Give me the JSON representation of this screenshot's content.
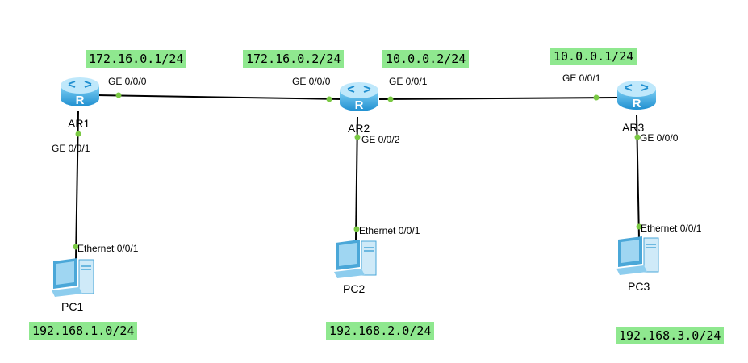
{
  "colors": {
    "background": "#ffffff",
    "link": "#000000",
    "port_dot": "#7ac943",
    "ip_highlight": "#8fe88f",
    "router_body": "#39a9e0",
    "pc_screen": "#9fd6f2"
  },
  "devices": [
    {
      "id": "ar1",
      "label": "AR1",
      "icon": "router-icon"
    },
    {
      "id": "ar2",
      "label": "AR2",
      "icon": "router-icon"
    },
    {
      "id": "ar3",
      "label": "AR3",
      "icon": "router-icon"
    },
    {
      "id": "pc1",
      "label": "PC1",
      "icon": "pc-icon"
    },
    {
      "id": "pc2",
      "label": "PC2",
      "icon": "pc-icon"
    },
    {
      "id": "pc3",
      "label": "PC3",
      "icon": "pc-icon"
    }
  ],
  "ports": {
    "ar1_ge000": "GE 0/0/0",
    "ar1_ge001": "GE 0/0/1",
    "ar2_ge000": "GE 0/0/0",
    "ar2_ge001": "GE 0/0/1",
    "ar2_ge002": "GE 0/0/2",
    "ar3_ge001": "GE 0/0/1",
    "ar3_ge000": "GE 0/0/0",
    "pc1_eth": "Ethernet 0/0/1",
    "pc2_eth": "Ethernet 0/0/1",
    "pc3_eth": "Ethernet 0/0/1"
  },
  "addresses": {
    "ar1_ge000": "172.16.0.1/24",
    "ar2_ge000": "172.16.0.2/24",
    "ar2_ge001": "10.0.0.2/24",
    "ar3_ge001": "10.0.0.1/24",
    "lan1": "192.168.1.0/24",
    "lan2": "192.168.2.0/24",
    "lan3": "192.168.3.0/24"
  }
}
